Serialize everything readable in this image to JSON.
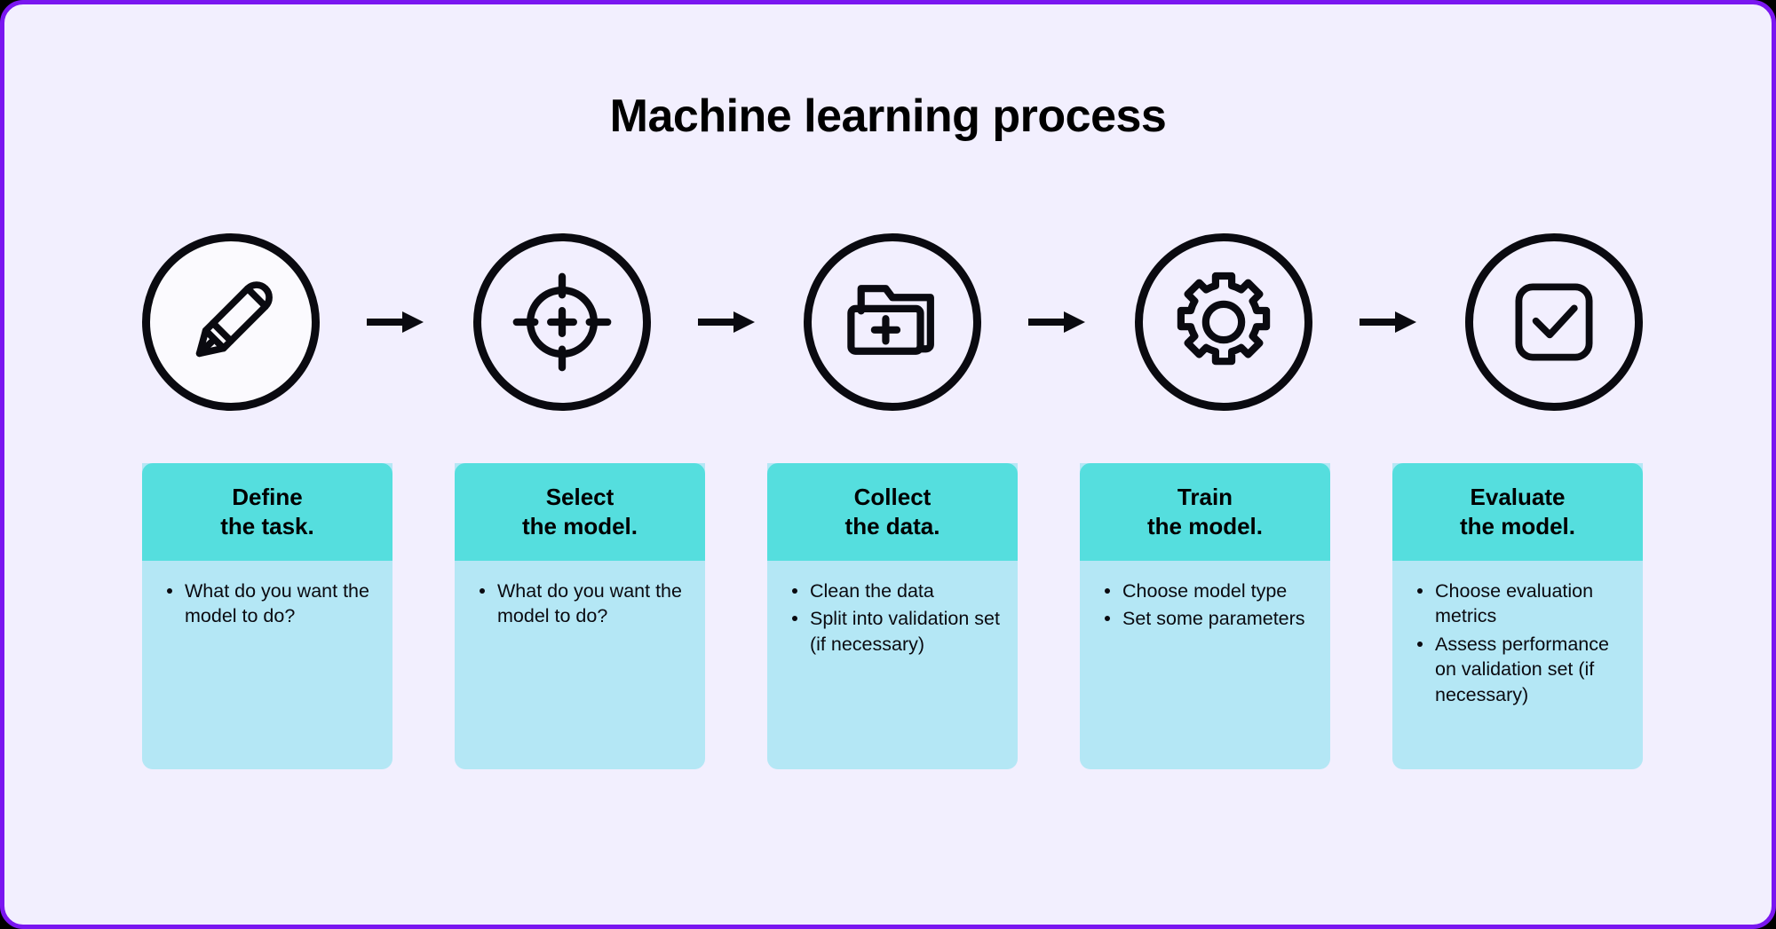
{
  "page": {
    "title": "Machine learning process",
    "background_color": "#F2EFFE",
    "border_color": "#7A16F0",
    "header_color": "#55DEDE",
    "body_color": "#B4E7F5",
    "text_color": "#0A0A10"
  },
  "steps": [
    {
      "icon": "pencil-icon",
      "arrow_label": "→",
      "header": "Define\nthe task.",
      "bullets": [
        "What do you want the model to do?"
      ]
    },
    {
      "icon": "target-icon",
      "arrow_label": "→",
      "header": "Select\nthe model.",
      "bullets": [
        "What do you want the model to do?"
      ]
    },
    {
      "icon": "folder-plus-icon",
      "arrow_label": "→",
      "header": "Collect\nthe data.",
      "bullets": [
        "Clean the data",
        "Split into validation set (if necessary)"
      ]
    },
    {
      "icon": "gear-icon",
      "arrow_label": "→",
      "header": "Train\nthe model.",
      "bullets": [
        "Choose model type",
        "Set some parameters"
      ]
    },
    {
      "icon": "checkbox-check-icon",
      "arrow_label": "",
      "header": "Evaluate\nthe model.",
      "bullets": [
        "Choose evaluation metrics",
        "Assess performance on validation set (if necessary)"
      ]
    }
  ]
}
